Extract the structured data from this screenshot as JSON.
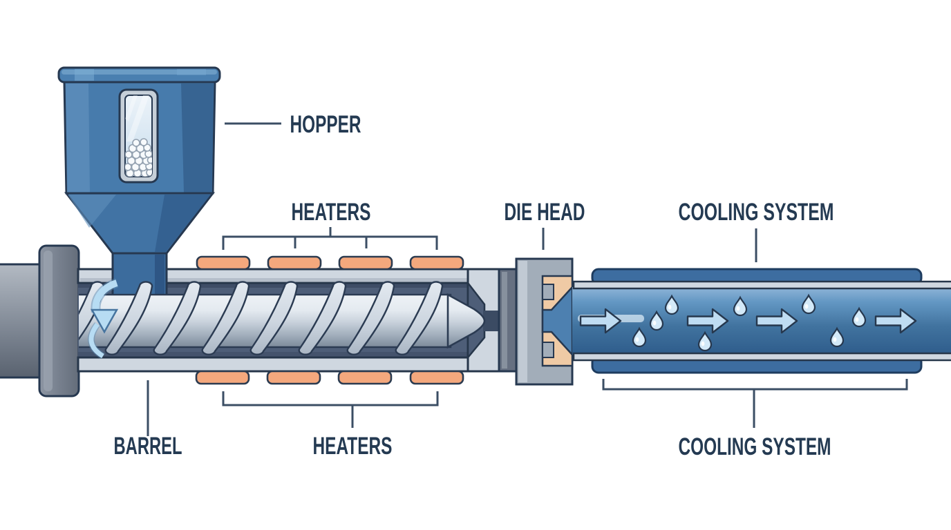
{
  "diagram": {
    "labels": {
      "hopper": "HOPPER",
      "heaters_top": "HEATERS",
      "die_head": "DIE HEAD",
      "cooling_system_top": "COOLING SYSTEM",
      "barrel": "BARREL",
      "heaters_bottom": "HEATERS",
      "cooling_system_bottom": "COOLING SYSTEM"
    },
    "colors": {
      "background": "#ffffff",
      "label_text": "#243a52",
      "leader_line": "#3b4e64",
      "outline": "#263850",
      "hopper_blue": "#477bac",
      "heater_orange": "#f4a87d",
      "barrel_wall_gray": "#cfd7e0",
      "barrel_interior": "#4e5e78",
      "screw_metal": "#c9d2dc",
      "die_head_gray": "#a2adb9",
      "die_insert_tan": "#efcaa5",
      "cooling_jacket_blue": "#3d6da0",
      "cooling_water_blue": "#41739f",
      "droplet_blue": "#d3e9f8",
      "flow_arrow_blue": "#bfdcf2",
      "rotation_arrow_blue": "#b7dcf3"
    },
    "icons": {
      "flow_arrows": "right-arrow-icon",
      "water_droplets": "droplet-icon",
      "screw_rotation": "rotation-arrow-icon"
    }
  }
}
